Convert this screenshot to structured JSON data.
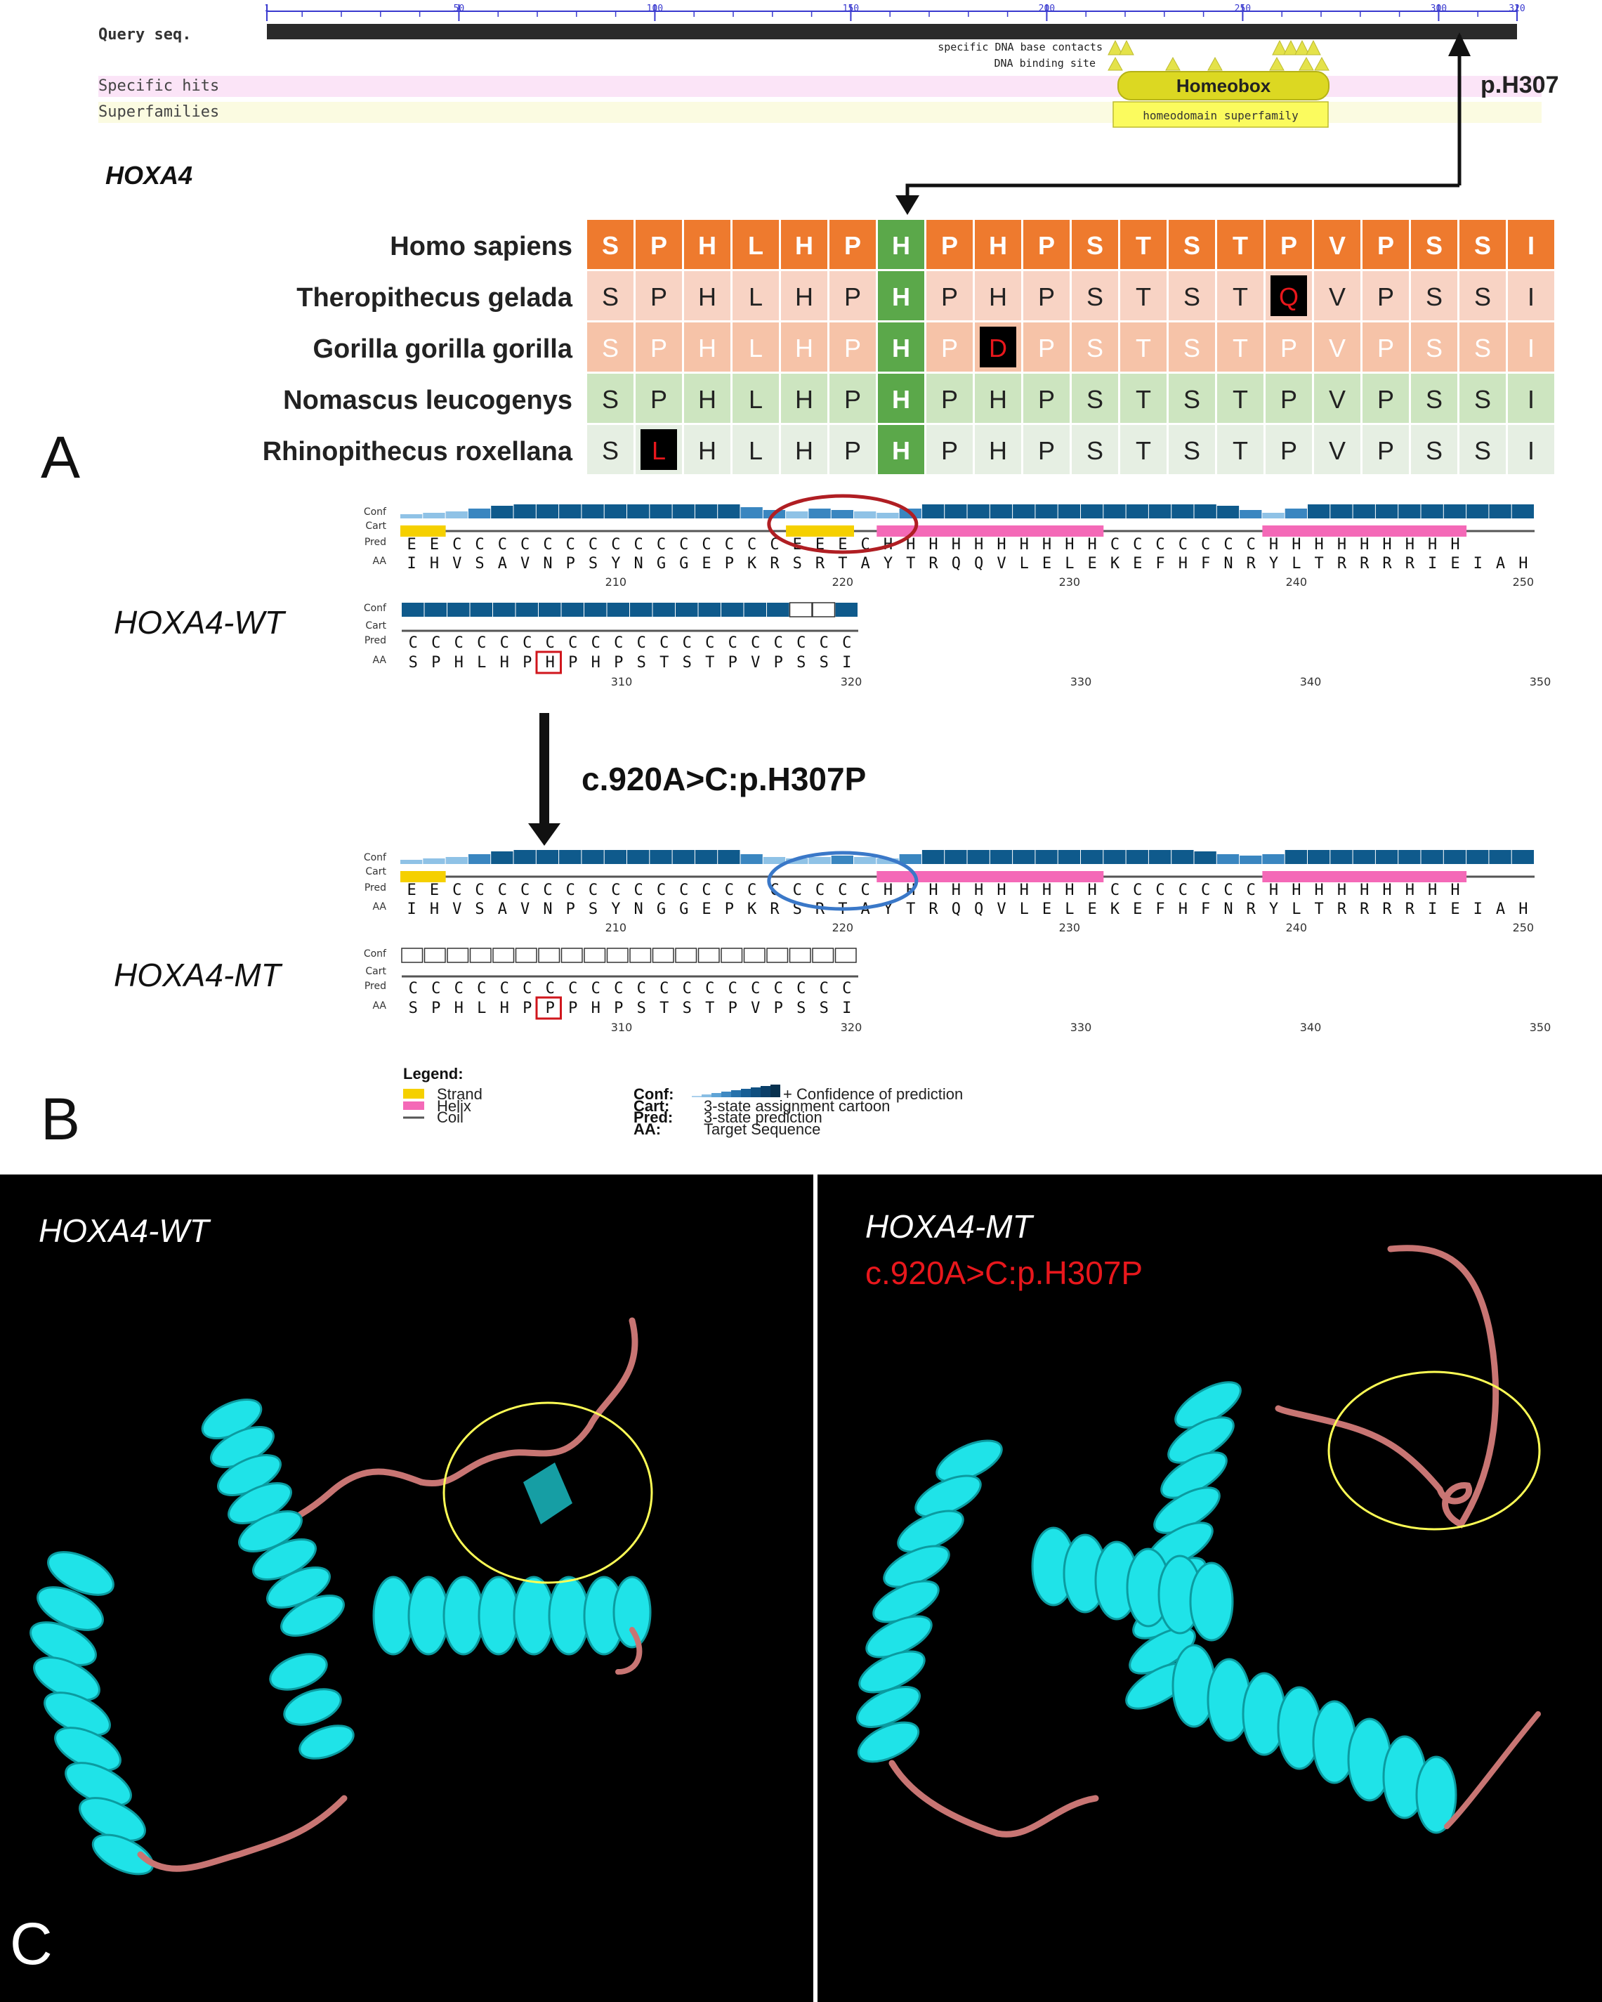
{
  "panelA": {
    "panel_label": "A",
    "cdd": {
      "query_label": "Query seq.",
      "ruler_ticks": [
        "1",
        "50",
        "100",
        "150",
        "200",
        "250",
        "300",
        "320"
      ],
      "specific_hits_label": "Specific hits",
      "superfamilies_label": "Superfamilies",
      "dna_base_contacts": "specific DNA base contacts",
      "dna_binding_site": "DNA binding site",
      "homeobox": "Homeobox",
      "superfamily": "homeodomain superfamily",
      "variant_label": "p.H307"
    },
    "gene_label": "HOXA4",
    "alignment": {
      "rows": [
        {
          "species": "Homo sapiens",
          "residues": [
            "S",
            "P",
            "H",
            "L",
            "H",
            "P",
            "H",
            "P",
            "H",
            "P",
            "S",
            "T",
            "S",
            "T",
            "P",
            "V",
            "P",
            "S",
            "S",
            "I"
          ]
        },
        {
          "species": "Theropithecus gelada",
          "residues": [
            "S",
            "P",
            "H",
            "L",
            "H",
            "P",
            "H",
            "P",
            "H",
            "P",
            "S",
            "T",
            "S",
            "T",
            "Q",
            "V",
            "P",
            "S",
            "S",
            "I"
          ]
        },
        {
          "species": "Gorilla gorilla gorilla",
          "residues": [
            "S",
            "P",
            "H",
            "L",
            "H",
            "P",
            "H",
            "P",
            "D",
            "P",
            "S",
            "T",
            "S",
            "T",
            "P",
            "V",
            "P",
            "S",
            "S",
            "I"
          ]
        },
        {
          "species": "Nomascus leucogenys",
          "residues": [
            "S",
            "P",
            "H",
            "L",
            "H",
            "P",
            "H",
            "P",
            "H",
            "P",
            "S",
            "T",
            "S",
            "T",
            "P",
            "V",
            "P",
            "S",
            "S",
            "I"
          ]
        },
        {
          "species": "Rhinopithecus roxellana",
          "residues": [
            "S",
            "L",
            "H",
            "L",
            "H",
            "P",
            "H",
            "P",
            "H",
            "P",
            "S",
            "T",
            "S",
            "T",
            "P",
            "V",
            "P",
            "S",
            "S",
            "I"
          ]
        }
      ],
      "colors": {
        "human": "#ee7a2e",
        "gelada": "#f8d3c4",
        "gorilla": "#f6c3a8",
        "nomascus": "#cde5c0",
        "rhino": "#e6efe3",
        "highlight": "#5ba84a"
      }
    }
  },
  "panelB": {
    "panel_label": "B",
    "track_labels": {
      "conf": "Conf",
      "cart": "Cart",
      "pred": "Pred",
      "aa": "AA"
    },
    "upper_seq": {
      "pred": "EECCCCCCCCCCCCCCCEEECHHHHHHHHHHCCCCCCCHHHHHHHHH",
      "aa": "IHVSAVNPSYNGGEPKRSRTAYTRQQVLELEKEFHFNRYLTRRRRIEIAH",
      "ticks": [
        "210",
        "220",
        "230",
        "240",
        "250"
      ]
    },
    "wt": {
      "label": "HOXA4-WT",
      "pred": "CCCCCCCCCCCCCCCCCCCC",
      "aa": [
        "S",
        "P",
        "H",
        "L",
        "H",
        "P",
        "H",
        "P",
        "H",
        "P",
        "S",
        "T",
        "S",
        "T",
        "P",
        "V",
        "P",
        "S",
        "S",
        "I"
      ]
    },
    "mt_upper": {
      "pred": "EECCCCCCCCCCCCCCCCCCCHHHHHHHHHHCCCCCCCHHHHHHHHH",
      "aa": "IHVSAVNPSYNGGEPKRSRTAYTRQQVLELEKEFHFNRYLTRRRRIEIAH",
      "ticks": [
        "210",
        "220",
        "230",
        "240",
        "250"
      ]
    },
    "mt": {
      "label": "HOXA4-MT",
      "pred": "CCCCCCCCCCCCCCCCCCCC",
      "aa": [
        "S",
        "P",
        "H",
        "L",
        "H",
        "P",
        "P",
        "P",
        "H",
        "P",
        "S",
        "T",
        "S",
        "T",
        "P",
        "V",
        "P",
        "S",
        "S",
        "I"
      ]
    },
    "lower_ticks": [
      "310",
      "320",
      "330",
      "340",
      "350"
    ],
    "mutation": "c.920A>C:p.H307P",
    "legend": {
      "title": "Legend:",
      "strand": "Strand",
      "helix": "Helix",
      "coil": "Coil",
      "conf_key": "Conf:",
      "conf_desc": "+ Confidence of prediction",
      "cart_key": "Cart:",
      "cart_desc": "3-state assignment cartoon",
      "pred_key": "Pred:",
      "pred_desc": "3-state prediction",
      "aa_key": "AA:",
      "aa_desc": "Target Sequence"
    },
    "colors": {
      "strand": "#f5d000",
      "helix": "#f469b7",
      "conf": "#0f5a8c",
      "wt_circle": "#b01e23",
      "mt_circle": "#3a78c8"
    }
  },
  "panelC": {
    "panel_label": "C",
    "wt_label": "HOXA4-WT",
    "mt_label": "HOXA4-MT",
    "mt_mutation": "c.920A>C:p.H307P",
    "colors": {
      "helix": "#1fe3e8",
      "loop": "#c87573",
      "circle": "#ffff55"
    }
  }
}
